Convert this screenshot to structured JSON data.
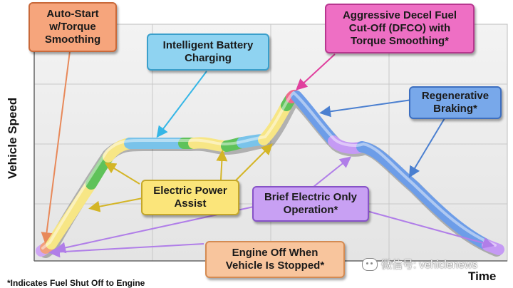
{
  "axes": {
    "ylabel": "Vehicle Speed",
    "xlabel": "Time"
  },
  "callouts": [
    {
      "id": "auto-start",
      "text": "Auto-Start\nw/Torque\nSmoothing",
      "color": "#f6a57c",
      "border": "#c9693a"
    },
    {
      "id": "battery-charging",
      "text": "Intelligent Battery\nCharging",
      "color": "#8fd3f1",
      "border": "#3a9fcb"
    },
    {
      "id": "dfco",
      "text": "Aggressive Decel Fuel\nCut-Off (DFCO) with\nTorque Smoothing*",
      "color": "#ee6fc4",
      "border": "#b8368f"
    },
    {
      "id": "regen-braking",
      "text": "Regenerative\nBraking*",
      "color": "#78a8ea",
      "border": "#3d6fc0"
    },
    {
      "id": "power-assist",
      "text": "Electric Power\nAssist",
      "color": "#fbe57a",
      "border": "#c4a72b"
    },
    {
      "id": "electric-only",
      "text": "Brief Electric Only\nOperation*",
      "color": "#c8a0f3",
      "border": "#8753c7"
    },
    {
      "id": "engine-off",
      "text": "Engine Off When\nVehicle Is Stopped*",
      "color": "#f8c59d",
      "border": "#d48b53"
    }
  ],
  "footnote": "*Indicates Fuel Shut Off to Engine",
  "watermark": "微信号: vehiclenews",
  "colors": {
    "plot_background": "#ececec",
    "grid": "#c9c9c9",
    "engine_off": "#cfa6f4",
    "auto_start": "#f2a07c",
    "power_assist": "#f7e685",
    "transition": "#5fc25a",
    "battery_charging": "#79c3ea",
    "dfco": "#f06a8c",
    "regen": "#6d9de8",
    "electric_only": "#c59af4"
  }
}
